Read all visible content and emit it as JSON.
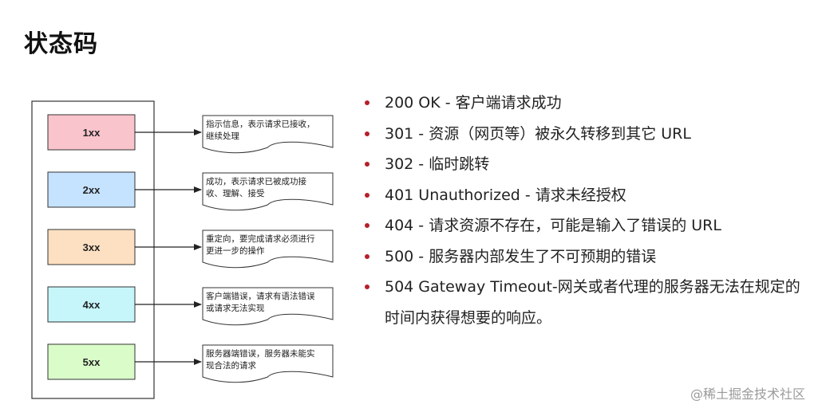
{
  "title": "状态码",
  "diagram": {
    "colors": [
      "#f9c4cc",
      "#c5e2ff",
      "#fde0c2",
      "#c6f6fa",
      "#d9fcc9"
    ],
    "rows": [
      {
        "code": "1xx",
        "note_lines": [
          "指示信息，表示请求已接收，",
          "继续处理"
        ]
      },
      {
        "code": "2xx",
        "note_lines": [
          "成功，表示请求已被成功接",
          "收、理解、接受"
        ]
      },
      {
        "code": "3xx",
        "note_lines": [
          "重定向，要完成请求必须进行",
          "更进一步的操作"
        ]
      },
      {
        "code": "4xx",
        "note_lines": [
          "客户端错误，请求有语法错误",
          "或请求无法实现"
        ]
      },
      {
        "code": "5xx",
        "note_lines": [
          "服务器端错误，服务器未能实",
          "现合法的请求"
        ]
      }
    ]
  },
  "bullets": [
    "200 OK - 客户端请求成功",
    "301 - 资源（网页等）被永久转移到其它 URL",
    "302 - 临时跳转",
    "401 Unauthorized - 请求未经授权",
    "404 - 请求资源不存在，可能是输入了错误的 URL",
    "500 - 服务器内部发生了不可预期的错误",
    "504 Gateway Timeout-网关或者代理的服务器无法在规定的时间内获得想要的响应。"
  ],
  "bullet_color": "#b5202a",
  "watermark": "@稀土掘金技术社区"
}
